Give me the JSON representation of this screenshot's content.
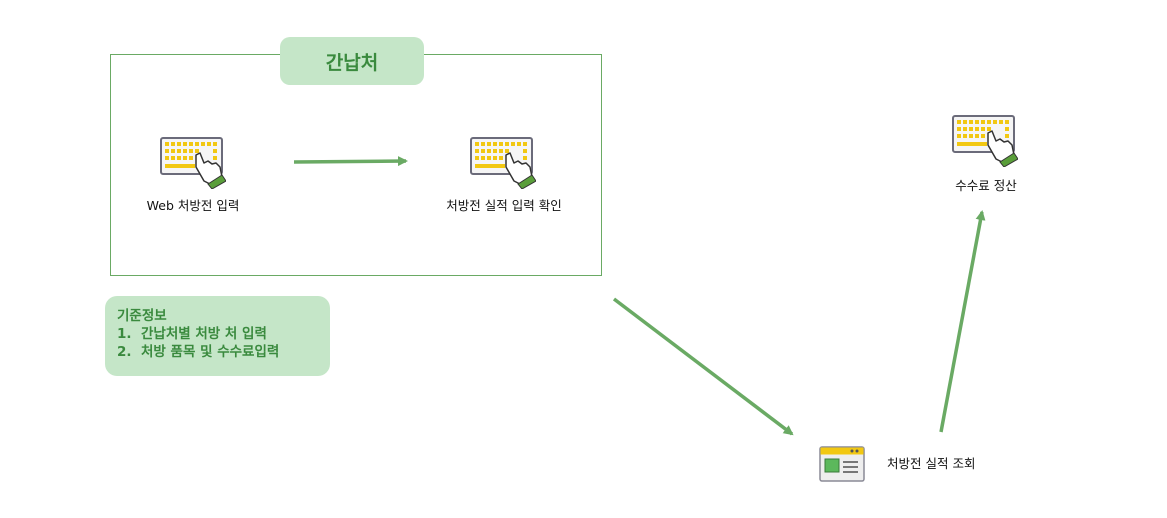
{
  "group": {
    "title": "간납처"
  },
  "nodes": {
    "web_input": "Web 처방전 입력",
    "confirm_input": "처방전 실적 입력 확인",
    "fee_settlement": "수수료 정산",
    "lookup": "처방전 실적 조회"
  },
  "info": {
    "title": "기준정보",
    "items": [
      {
        "num": "1.",
        "text": "간납처별 처방 처 입력"
      },
      {
        "num": "2.",
        "text": "처방 품목 및 수수료입력"
      }
    ]
  },
  "icons": {
    "keyboard": "keyboard-hand-icon",
    "window": "browser-window-icon"
  },
  "colors": {
    "accent_green": "#6aaa64",
    "tag_bg": "#c5e6c8",
    "tag_text": "#3a8a3e",
    "key_yellow": "#f2c811"
  }
}
